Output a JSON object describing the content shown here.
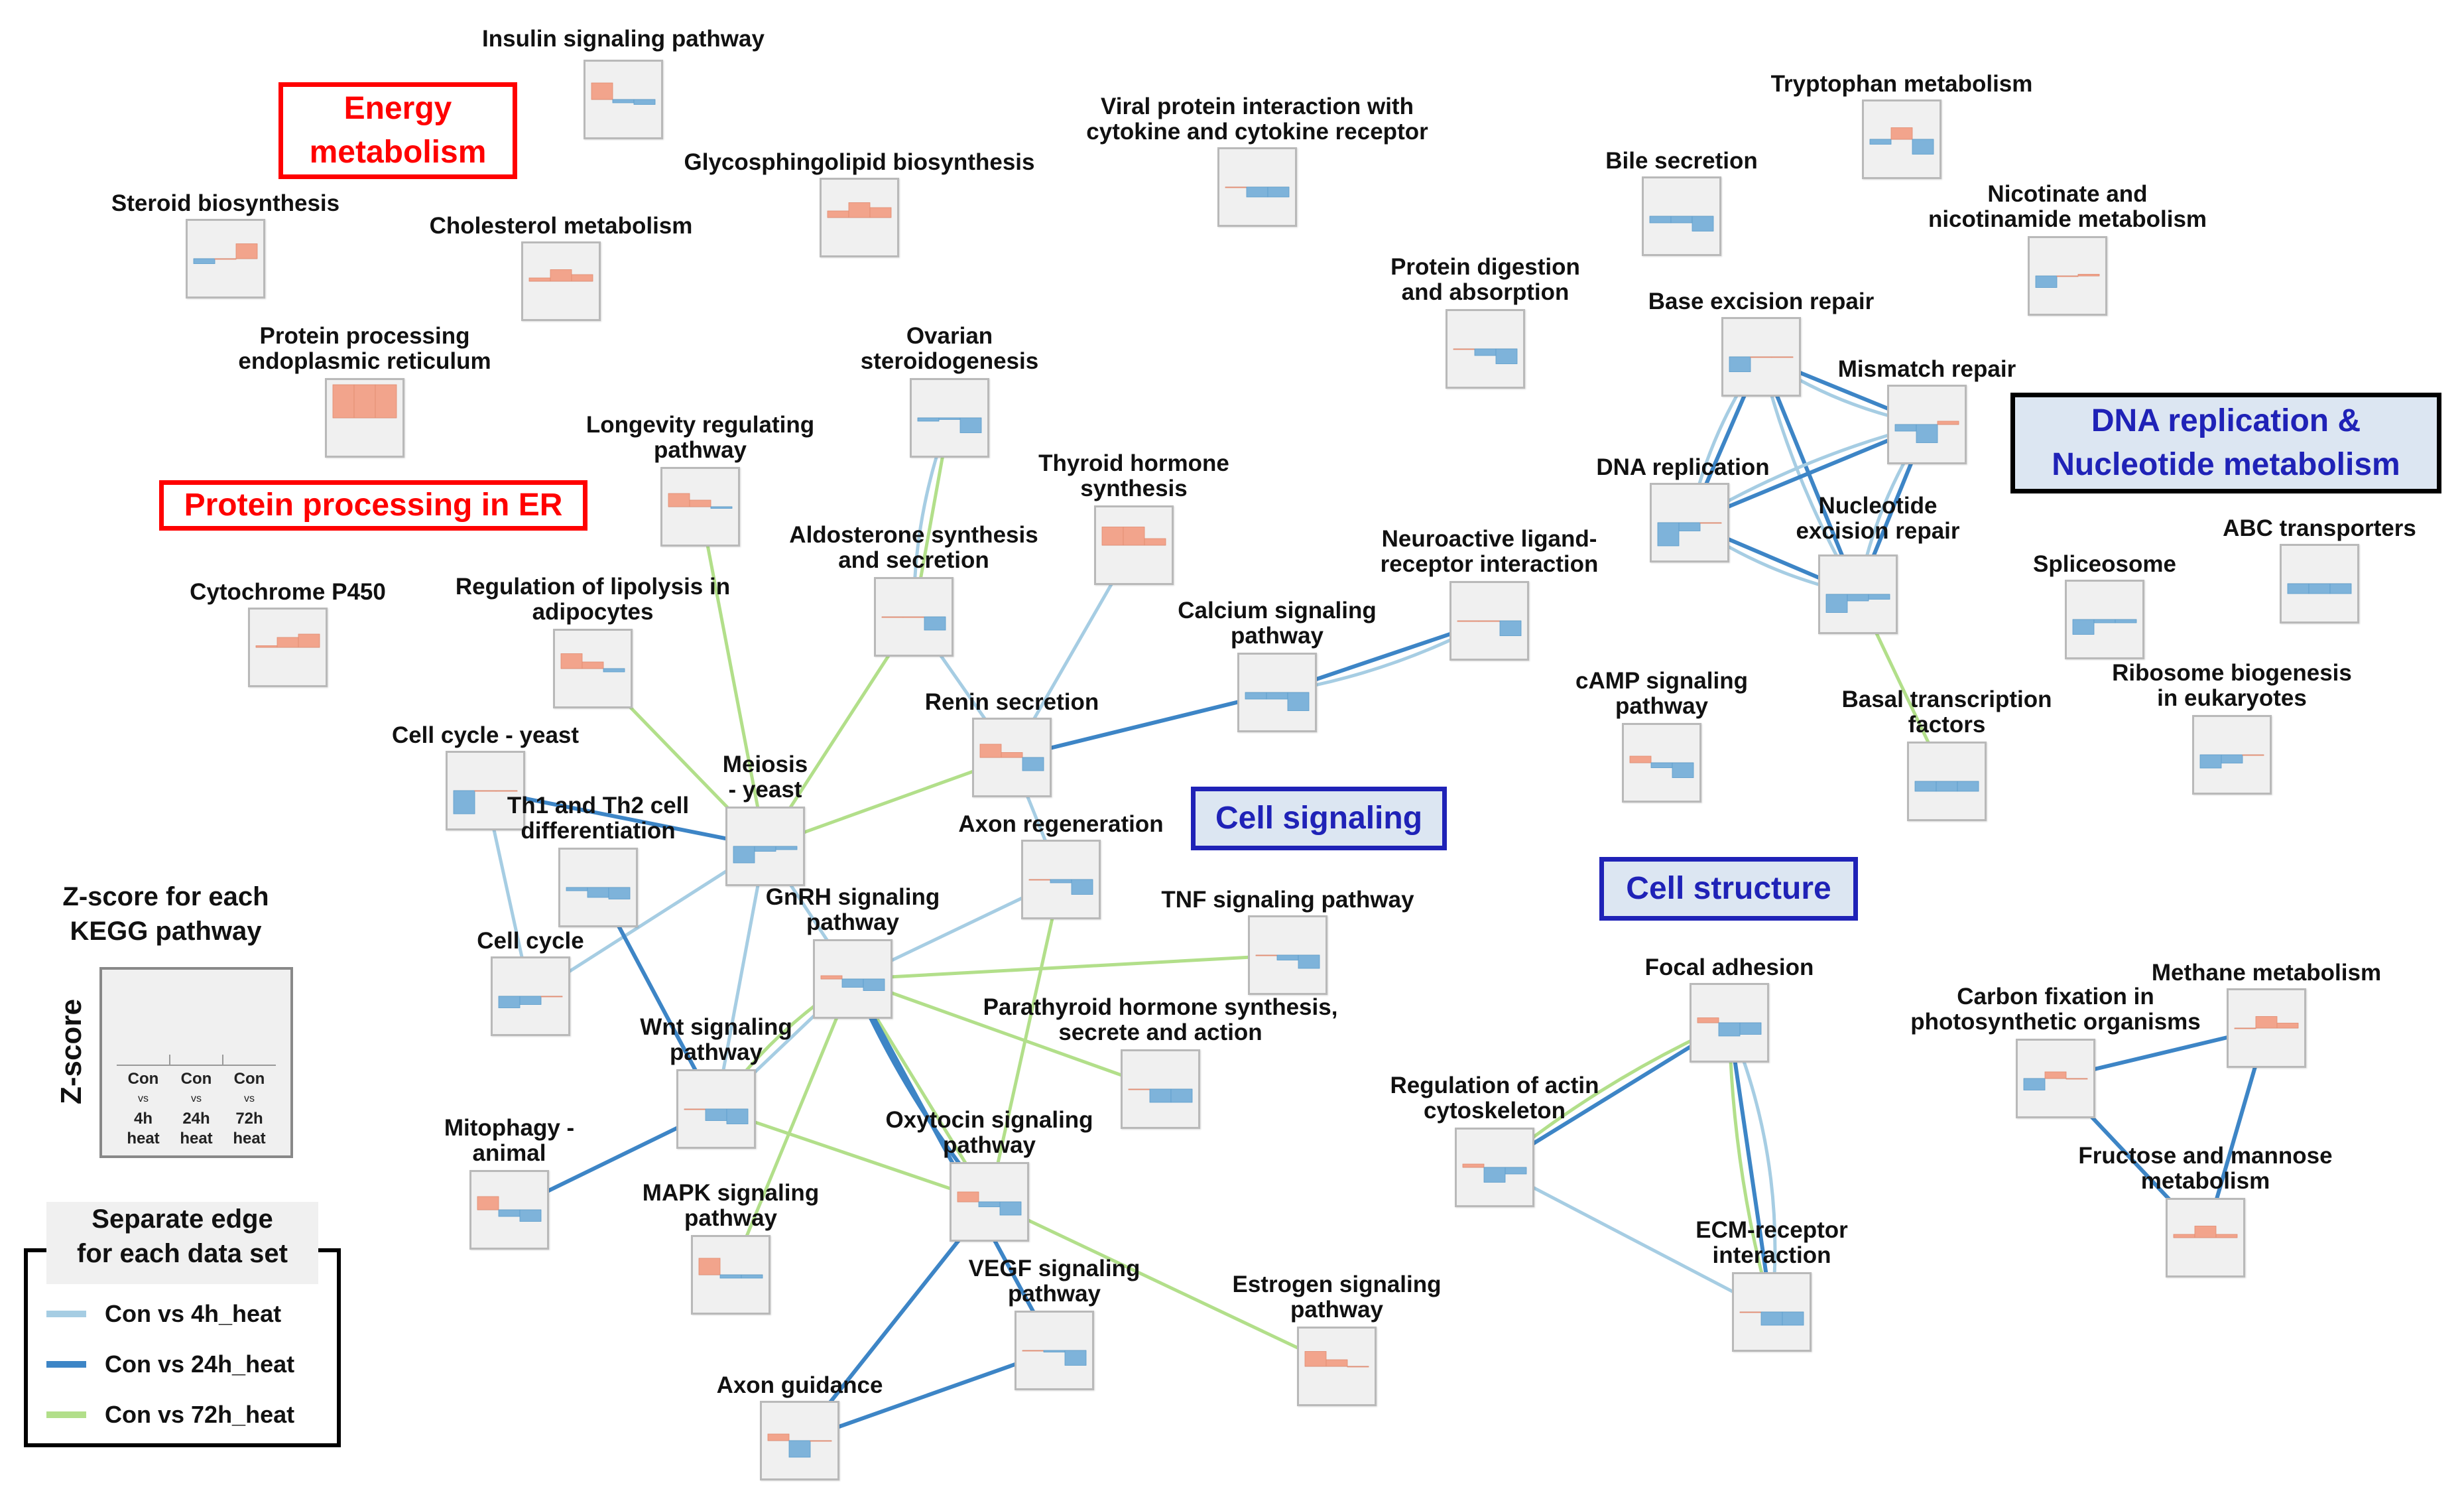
{
  "colors": {
    "edge_4h": "#a6cde3",
    "edge_24h": "#3d85c6",
    "edge_72h": "#b2df8a",
    "up": "#f2a48c",
    "down": "#7eb3da",
    "node_bg": "#f0f0f0"
  },
  "categories": {
    "energy": {
      "line1": "Energy",
      "line2": "metabolism"
    },
    "protein_er": "Protein processing in ER",
    "cell_signaling": "Cell signaling",
    "cell_structure": "Cell structure",
    "dna": {
      "line1": "DNA replication &",
      "line2": "Nucleotide metabolism"
    }
  },
  "nodes": [
    {
      "id": "insulin",
      "label": [
        "Insulin signaling pathway"
      ],
      "z": [
        0.5,
        -0.1,
        -0.15
      ]
    },
    {
      "id": "steroid",
      "label": [
        "Steroid biosynthesis"
      ],
      "z": [
        -0.15,
        0.0,
        0.45
      ]
    },
    {
      "id": "cholesterol",
      "label": [
        "Cholesterol metabolism"
      ],
      "z": [
        0.1,
        0.35,
        0.2
      ]
    },
    {
      "id": "glycosphingo",
      "label": [
        "Glycosphingolipid biosynthesis"
      ],
      "z": [
        0.2,
        0.45,
        0.3
      ]
    },
    {
      "id": "viral",
      "label": [
        "Viral protein interaction with",
        "cytokine and cytokine receptor"
      ],
      "z": [
        0.0,
        -0.3,
        -0.3
      ]
    },
    {
      "id": "protein_er",
      "label": [
        "Protein processing",
        "endoplasmic reticulum"
      ],
      "z": [
        1.0,
        1.0,
        1.0
      ]
    },
    {
      "id": "longevity",
      "label": [
        "Longevity regulating",
        "pathway"
      ],
      "z": [
        0.4,
        0.2,
        -0.05
      ]
    },
    {
      "id": "ovarian",
      "label": [
        "Ovarian",
        "steroidogenesis"
      ],
      "z": [
        -0.1,
        -0.05,
        -0.45
      ]
    },
    {
      "id": "thyroid",
      "label": [
        "Thyroid hormone",
        "synthesis"
      ],
      "z": [
        0.55,
        0.55,
        0.2
      ]
    },
    {
      "id": "aldosterone",
      "label": [
        "Aldosterone synthesis",
        "and secretion"
      ],
      "z": [
        0.0,
        0.0,
        -0.4
      ]
    },
    {
      "id": "cytochrome",
      "label": [
        "Cytochrome P450"
      ],
      "z": [
        0.05,
        0.3,
        0.4
      ]
    },
    {
      "id": "lipolysis",
      "label": [
        "Regulation of lipolysis in",
        "adipocytes"
      ],
      "z": [
        0.45,
        0.2,
        -0.1
      ]
    },
    {
      "id": "renin",
      "label": [
        "Renin secretion"
      ],
      "z": [
        0.4,
        0.15,
        -0.4
      ]
    },
    {
      "id": "calcium",
      "label": [
        "Calcium signaling",
        "pathway"
      ],
      "z": [
        -0.2,
        -0.2,
        -0.55
      ]
    },
    {
      "id": "neuroactive",
      "label": [
        "Neuroactive ligand-",
        "receptor interaction"
      ],
      "z": [
        0.0,
        0.0,
        -0.45
      ]
    },
    {
      "id": "cellcycle_yeast",
      "label": [
        "Cell cycle - yeast"
      ],
      "z": [
        -0.7,
        0.0,
        0.0
      ]
    },
    {
      "id": "meiosis",
      "label": [
        "Meiosis",
        "- yeast"
      ],
      "z": [
        -0.5,
        -0.15,
        -0.1
      ]
    },
    {
      "id": "th1th2",
      "label": [
        "Th1 and Th2 cell",
        "differentiation"
      ],
      "z": [
        -0.1,
        -0.3,
        -0.35
      ]
    },
    {
      "id": "axon_regen",
      "label": [
        "Axon regeneration"
      ],
      "z": [
        0.0,
        -0.1,
        -0.45
      ]
    },
    {
      "id": "gnrh",
      "label": [
        "GnRH signaling",
        "pathway"
      ],
      "z": [
        0.1,
        -0.25,
        -0.35
      ]
    },
    {
      "id": "tnf",
      "label": [
        "TNF signaling pathway"
      ],
      "z": [
        0.0,
        -0.15,
        -0.4
      ]
    },
    {
      "id": "cellcycle",
      "label": [
        "Cell cycle"
      ],
      "z": [
        -0.35,
        -0.25,
        0.0
      ]
    },
    {
      "id": "wnt",
      "label": [
        "Wnt signaling",
        "pathway"
      ],
      "z": [
        0.0,
        -0.35,
        -0.45
      ]
    },
    {
      "id": "pth",
      "label": [
        "Parathyroid hormone synthesis,",
        "secrete and action"
      ],
      "z": [
        0.0,
        -0.4,
        -0.4
      ]
    },
    {
      "id": "mitophagy",
      "label": [
        "Mitophagy -",
        "animal"
      ],
      "z": [
        0.4,
        -0.2,
        -0.35
      ]
    },
    {
      "id": "mapk",
      "label": [
        "MAPK signaling",
        "pathway"
      ],
      "z": [
        0.5,
        -0.1,
        -0.1
      ]
    },
    {
      "id": "oxytocin",
      "label": [
        "Oxytocin signaling",
        "pathway"
      ],
      "z": [
        0.3,
        -0.15,
        -0.4
      ]
    },
    {
      "id": "vegf",
      "label": [
        "VEGF signaling",
        "pathway"
      ],
      "z": [
        0.0,
        -0.05,
        -0.45
      ]
    },
    {
      "id": "estrogen",
      "label": [
        "Estrogen signaling",
        "pathway"
      ],
      "z": [
        0.45,
        0.2,
        0.0
      ]
    },
    {
      "id": "axon_guidance",
      "label": [
        "Axon guidance"
      ],
      "z": [
        0.2,
        -0.5,
        0.0
      ]
    },
    {
      "id": "tryptophan",
      "label": [
        "Tryptophan metabolism"
      ],
      "z": [
        -0.15,
        0.35,
        -0.45
      ]
    },
    {
      "id": "bile",
      "label": [
        "Bile secretion"
      ],
      "z": [
        -0.2,
        -0.2,
        -0.45
      ]
    },
    {
      "id": "nicotinate",
      "label": [
        "Nicotinate and",
        "nicotinamide metabolism"
      ],
      "z": [
        -0.35,
        0.0,
        0.05
      ]
    },
    {
      "id": "protein_dig",
      "label": [
        "Protein digestion",
        "and absorption"
      ],
      "z": [
        0.0,
        -0.2,
        -0.45
      ]
    },
    {
      "id": "base_excision",
      "label": [
        "Base excision repair"
      ],
      "z": [
        -0.45,
        0.0,
        0.0
      ]
    },
    {
      "id": "mismatch",
      "label": [
        "Mismatch repair"
      ],
      "z": [
        -0.2,
        -0.55,
        0.1
      ]
    },
    {
      "id": "dna_rep",
      "label": [
        "DNA replication"
      ],
      "z": [
        -0.7,
        -0.25,
        0.0
      ]
    },
    {
      "id": "nucleotide_exc",
      "label": [
        "Nucleotide",
        "excision repair"
      ],
      "z": [
        -0.55,
        -0.2,
        -0.15
      ]
    },
    {
      "id": "spliceosome",
      "label": [
        "Spliceosome"
      ],
      "z": [
        -0.45,
        -0.1,
        -0.1
      ]
    },
    {
      "id": "abc",
      "label": [
        "ABC transporters"
      ],
      "z": [
        -0.3,
        -0.3,
        -0.3
      ]
    },
    {
      "id": "ribosome",
      "label": [
        "Ribosome biogenesis",
        "in eukaryotes"
      ],
      "z": [
        -0.4,
        -0.25,
        0.0
      ]
    },
    {
      "id": "camp",
      "label": [
        "cAMP signaling",
        "pathway"
      ],
      "z": [
        0.2,
        -0.15,
        -0.45
      ]
    },
    {
      "id": "basal",
      "label": [
        "Basal transcription",
        "factors"
      ],
      "z": [
        -0.3,
        -0.3,
        -0.3
      ]
    },
    {
      "id": "focal",
      "label": [
        "Focal adhesion"
      ],
      "z": [
        0.15,
        -0.4,
        -0.35
      ]
    },
    {
      "id": "actin",
      "label": [
        "Regulation of actin",
        "cytoskeleton"
      ],
      "z": [
        0.1,
        -0.45,
        -0.2
      ]
    },
    {
      "id": "ecm",
      "label": [
        "ECM-receptor",
        "interaction"
      ],
      "z": [
        0.0,
        -0.4,
        -0.4
      ]
    },
    {
      "id": "methane",
      "label": [
        "Methane metabolism"
      ],
      "z": [
        0.0,
        0.35,
        0.15
      ]
    },
    {
      "id": "carbon",
      "label": [
        "Carbon fixation in",
        "photosynthetic organisms"
      ],
      "z": [
        -0.35,
        0.2,
        0.0
      ]
    },
    {
      "id": "fructose",
      "label": [
        "Fructose and mannose",
        "metabolism"
      ],
      "z": [
        0.1,
        0.35,
        0.1
      ]
    }
  ],
  "edges": [
    [
      "cellcycle_yeast",
      "meiosis",
      "24h"
    ],
    [
      "cellcycle_yeast",
      "cellcycle",
      "4h"
    ],
    [
      "meiosis",
      "longevity",
      "72h"
    ],
    [
      "meiosis",
      "lipolysis",
      "72h"
    ],
    [
      "meiosis",
      "aldosterone",
      "72h"
    ],
    [
      "meiosis",
      "renin",
      "72h"
    ],
    [
      "meiosis",
      "cellcycle",
      "4h"
    ],
    [
      "meiosis",
      "wnt",
      "4h"
    ],
    [
      "meiosis",
      "gnrh",
      "4h"
    ],
    [
      "ovarian",
      "aldosterone",
      "72h"
    ],
    [
      "ovarian",
      "aldosterone",
      "4h"
    ],
    [
      "aldosterone",
      "renin",
      "4h"
    ],
    [
      "thyroid",
      "renin",
      "4h"
    ],
    [
      "renin",
      "calcium",
      "24h"
    ],
    [
      "renin",
      "axon_regen",
      "4h"
    ],
    [
      "calcium",
      "neuroactive",
      "24h"
    ],
    [
      "calcium",
      "neuroactive",
      "4h"
    ],
    [
      "th1th2",
      "wnt",
      "24h"
    ],
    [
      "gnrh",
      "axon_regen",
      "4h"
    ],
    [
      "gnrh",
      "tnf",
      "72h"
    ],
    [
      "gnrh",
      "pth",
      "72h"
    ],
    [
      "gnrh",
      "oxytocin",
      "72h"
    ],
    [
      "gnrh",
      "oxytocin",
      "24h"
    ],
    [
      "gnrh",
      "mapk",
      "72h"
    ],
    [
      "gnrh",
      "wnt",
      "4h"
    ],
    [
      "gnrh",
      "wnt",
      "72h"
    ],
    [
      "gnrh",
      "vegf",
      "24h"
    ],
    [
      "axon_regen",
      "oxytocin",
      "72h"
    ],
    [
      "wnt",
      "mitophagy",
      "24h"
    ],
    [
      "wnt",
      "oxytocin",
      "72h"
    ],
    [
      "oxytocin",
      "estrogen",
      "72h"
    ],
    [
      "oxytocin",
      "axon_guidance",
      "24h"
    ],
    [
      "vegf",
      "axon_guidance",
      "24h"
    ],
    [
      "base_excision",
      "mismatch",
      "24h"
    ],
    [
      "base_excision",
      "mismatch",
      "4h"
    ],
    [
      "base_excision",
      "dna_rep",
      "24h"
    ],
    [
      "base_excision",
      "dna_rep",
      "4h"
    ],
    [
      "base_excision",
      "nucleotide_exc",
      "24h"
    ],
    [
      "base_excision",
      "nucleotide_exc",
      "4h"
    ],
    [
      "mismatch",
      "dna_rep",
      "24h"
    ],
    [
      "mismatch",
      "dna_rep",
      "4h"
    ],
    [
      "mismatch",
      "nucleotide_exc",
      "24h"
    ],
    [
      "mismatch",
      "nucleotide_exc",
      "4h"
    ],
    [
      "dna_rep",
      "nucleotide_exc",
      "24h"
    ],
    [
      "dna_rep",
      "nucleotide_exc",
      "4h"
    ],
    [
      "nucleotide_exc",
      "basal",
      "72h"
    ],
    [
      "focal",
      "actin",
      "24h"
    ],
    [
      "focal",
      "actin",
      "72h"
    ],
    [
      "focal",
      "ecm",
      "24h"
    ],
    [
      "focal",
      "ecm",
      "72h"
    ],
    [
      "focal",
      "ecm",
      "4h"
    ],
    [
      "actin",
      "ecm",
      "4h"
    ],
    [
      "carbon",
      "methane",
      "24h"
    ],
    [
      "carbon",
      "fructose",
      "24h"
    ],
    [
      "methane",
      "fructose",
      "24h"
    ]
  ],
  "legend": {
    "title_line1": "Z-score for each",
    "title_line2": "KEGG pathway",
    "zscore_axis": "Z-score",
    "columns": [
      {
        "top": "Con",
        "vs": "vs",
        "mid": "4h",
        "bottom": "heat"
      },
      {
        "top": "Con",
        "vs": "vs",
        "mid": "24h",
        "bottom": "heat"
      },
      {
        "top": "Con",
        "vs": "vs",
        "mid": "72h",
        "bottom": "heat"
      }
    ],
    "edge_header_line1": "Separate edge",
    "edge_header_line2": "for each data set",
    "edge_items": [
      {
        "label": "Con vs 4h_heat",
        "key": "4h"
      },
      {
        "label": "Con vs 24h_heat",
        "key": "24h"
      },
      {
        "label": "Con vs 72h_heat",
        "key": "72h"
      }
    ]
  }
}
